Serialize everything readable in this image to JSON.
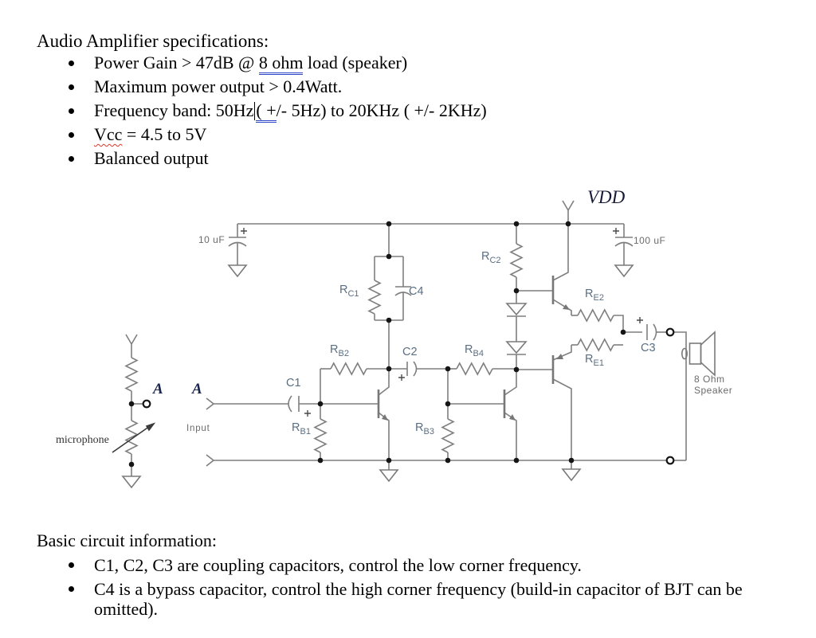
{
  "specs": {
    "title": "Audio Amplifier specifications:",
    "bullets": [
      {
        "pre": "Power Gain > 47dB @ ",
        "marked": "8 ohm",
        "post": " load (speaker)"
      },
      {
        "pre": "Maximum power output > 0.4Watt."
      },
      {
        "pre": "Frequency band: 50Hz",
        "marked": "( +",
        "post": "/- 5Hz) to 20KHz ( +/- 2KHz)"
      },
      {
        "misspelled": "Vcc",
        "post": " = 4.5 to 5V"
      },
      {
        "pre": "Balanced output"
      }
    ]
  },
  "info": {
    "title": "Basic circuit information:",
    "bullets": [
      "C1, C2, C3 are coupling capacitors, control the low corner frequency.",
      "C4 is a bypass capacitor, control the high corner frequency (build-in capacitor of BJT can be omitted)."
    ]
  },
  "circuit": {
    "power_label": "VDD",
    "cap_in_value": "10 uF",
    "cap_out_value": "100 uF",
    "node_a_left": "A",
    "node_a_right": "A",
    "input_label": "Input",
    "mic_label": "microphone",
    "speaker_line1": "8 Ohm",
    "speaker_line2": "Speaker",
    "refs": {
      "rc1": {
        "main": "R",
        "sub": "C1"
      },
      "rc2": {
        "main": "R",
        "sub": "C2"
      },
      "rb1": {
        "main": "R",
        "sub": "B1"
      },
      "rb2": {
        "main": "R",
        "sub": "B2"
      },
      "rb3": {
        "main": "R",
        "sub": "B3"
      },
      "rb4": {
        "main": "R",
        "sub": "B4"
      },
      "re1": {
        "main": "R",
        "sub": "E1"
      },
      "re2": {
        "main": "R",
        "sub": "E2"
      },
      "c1": "C1",
      "c2": "C2",
      "c3": "C3",
      "c4": "C4"
    },
    "colors": {
      "wire": "#7f7f7f",
      "ref_text": "#5a6e82",
      "annotation_text": "#6b6b6b"
    }
  }
}
